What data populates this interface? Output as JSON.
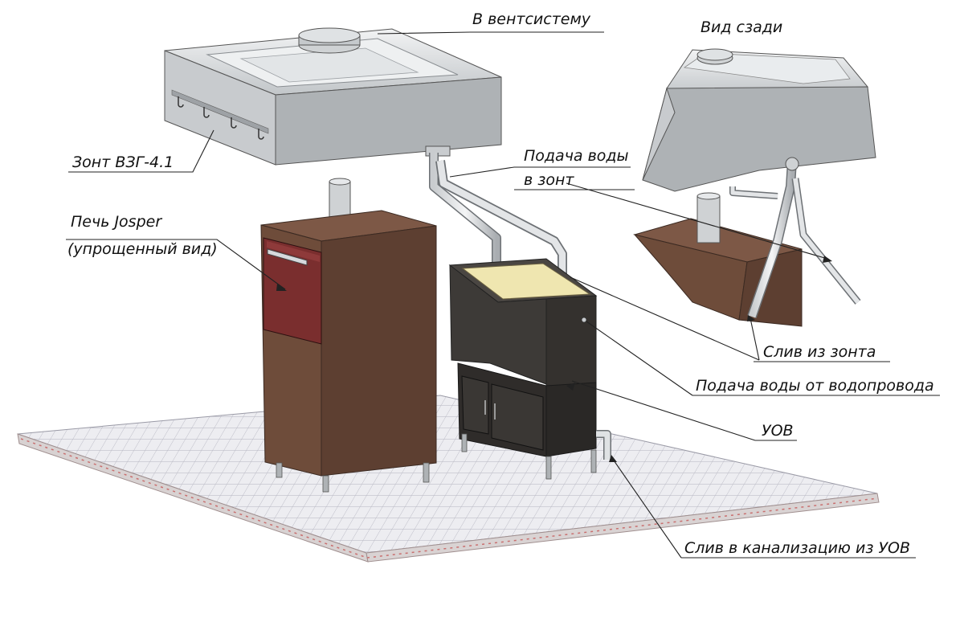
{
  "labels": {
    "to_ventilation": "В вентсистему",
    "rear_view": "Вид сзади",
    "hood": "Зонт ВЗГ-4.1",
    "water_to_hood_1": "Подача воды",
    "water_to_hood_2": "в зонт",
    "oven_1": "Печь Josper",
    "oven_2": "(упрощенный вид)",
    "hood_drain": "Слив из зонта",
    "water_supply": "Подача воды от водопровода",
    "uov": "УОВ",
    "sewer_drain": "Слив в канализацию из УОВ"
  },
  "colors": {
    "steel_light": "#d9dcde",
    "steel_mid": "#b5b9bc",
    "steel_dark": "#8f9498",
    "brown_front": "#6e4c3a",
    "brown_side": "#5a3c2e",
    "brown_top": "#7d5846",
    "oven_door": "#7a2e2e",
    "cabinet_dark": "#3d3a37",
    "cabinet_darker": "#2c2a28",
    "water_yellow": "#efe6b0",
    "floor": "#e9e9ee",
    "floor_edge": "#c4b7b7",
    "leader": "#222222"
  }
}
